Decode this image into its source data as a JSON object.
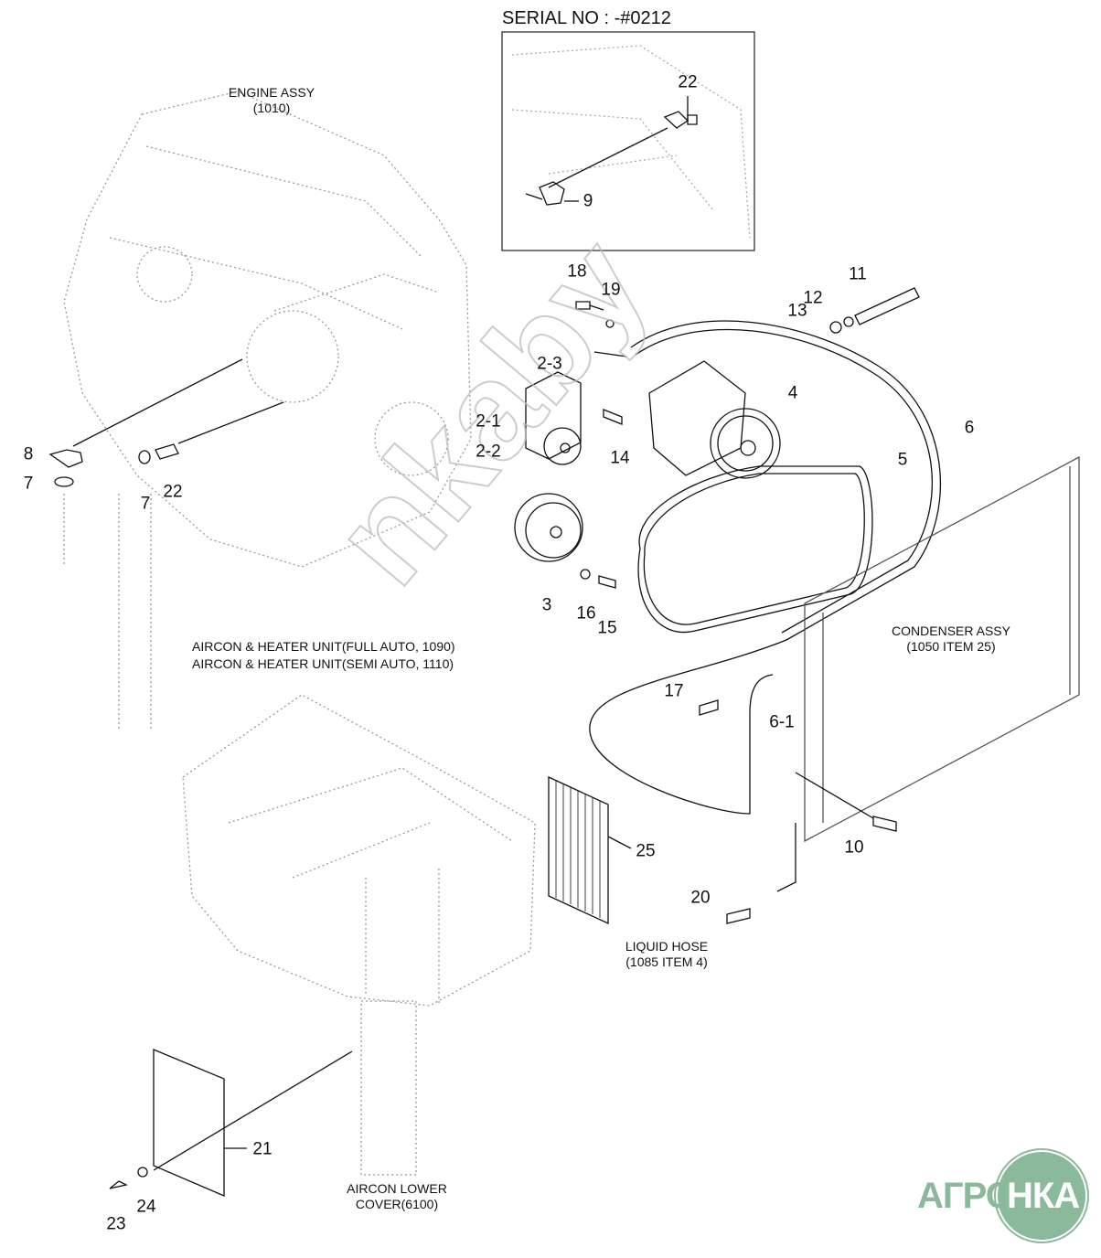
{
  "serial": "SERIAL NO : -#0212",
  "notes": {
    "engine": [
      "ENGINE ASSY",
      "(1010)"
    ],
    "aircon_unit": [
      "AIRCON & HEATER UNIT(FULL AUTO, 1090)",
      "AIRCON & HEATER UNIT(SEMI AUTO, 1110)"
    ],
    "condenser": [
      "CONDENSER ASSY",
      "(1050 ITEM 25)"
    ],
    "liquid_hose": [
      "LIQUID HOSE",
      "(1085 ITEM 4)"
    ],
    "lower_cover": [
      "AIRCON LOWER",
      "COVER(6100)"
    ]
  },
  "callouts": {
    "inset_22": "22",
    "inset_9": "9",
    "p18": "18",
    "p19": "19",
    "p11": "11",
    "p12": "12",
    "p13": "13",
    "p2_3": "2-3",
    "p2_1": "2-1",
    "p2_2": "2-2",
    "p14": "14",
    "p4": "4",
    "p6": "6",
    "p5": "5",
    "p8": "8",
    "p7a": "7",
    "p7b": "7",
    "p22": "22",
    "p3": "3",
    "p16": "16",
    "p15": "15",
    "p17": "17",
    "p6_1": "6-1",
    "p25": "25",
    "p10": "10",
    "p20": "20",
    "p21": "21",
    "p23": "23",
    "p24": "24"
  },
  "watermark": "nkaby",
  "logo": {
    "left": "АГРО",
    "right": "НКА",
    "color": "#8bb99c"
  }
}
